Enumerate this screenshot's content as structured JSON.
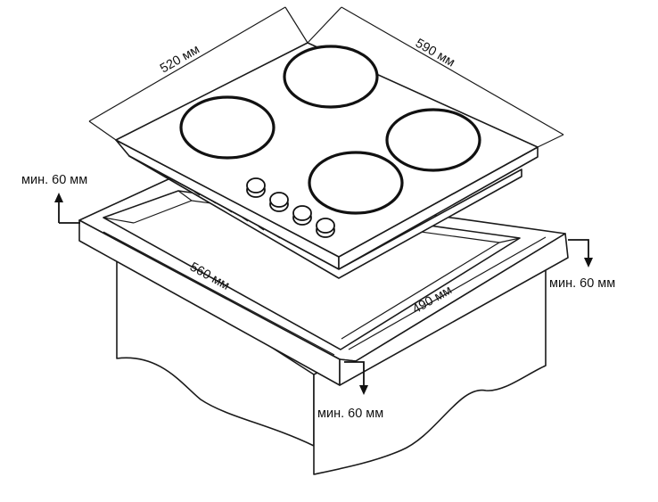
{
  "dimensions": {
    "hob_width": "520 мм",
    "hob_depth": "590 мм",
    "cutout_width": "560 мм",
    "cutout_depth": "490 мм"
  },
  "clearances": {
    "top_left": "мин. 60 мм",
    "right": "мин. 60 мм",
    "bottom": "мин. 60 мм"
  },
  "colors": {
    "line": "#1a1a1a",
    "background": "#ffffff"
  }
}
